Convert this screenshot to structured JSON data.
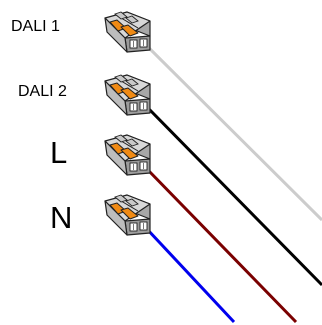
{
  "labels": {
    "dali1": "DALI 1",
    "dali2": "DALI 2",
    "l": "L",
    "n": "N"
  },
  "colors": {
    "dali1_wire": "#cccccc",
    "dali2_wire": "#000000",
    "l_wire": "#7a0000",
    "n_wire": "#0000ee",
    "lever": "#f08a14",
    "housing_top": "#d8d8d8",
    "housing_side": "#a8a8a8",
    "housing_stroke": "#222222"
  },
  "icons": {
    "connector": "wago-lever-terminal-icon"
  }
}
